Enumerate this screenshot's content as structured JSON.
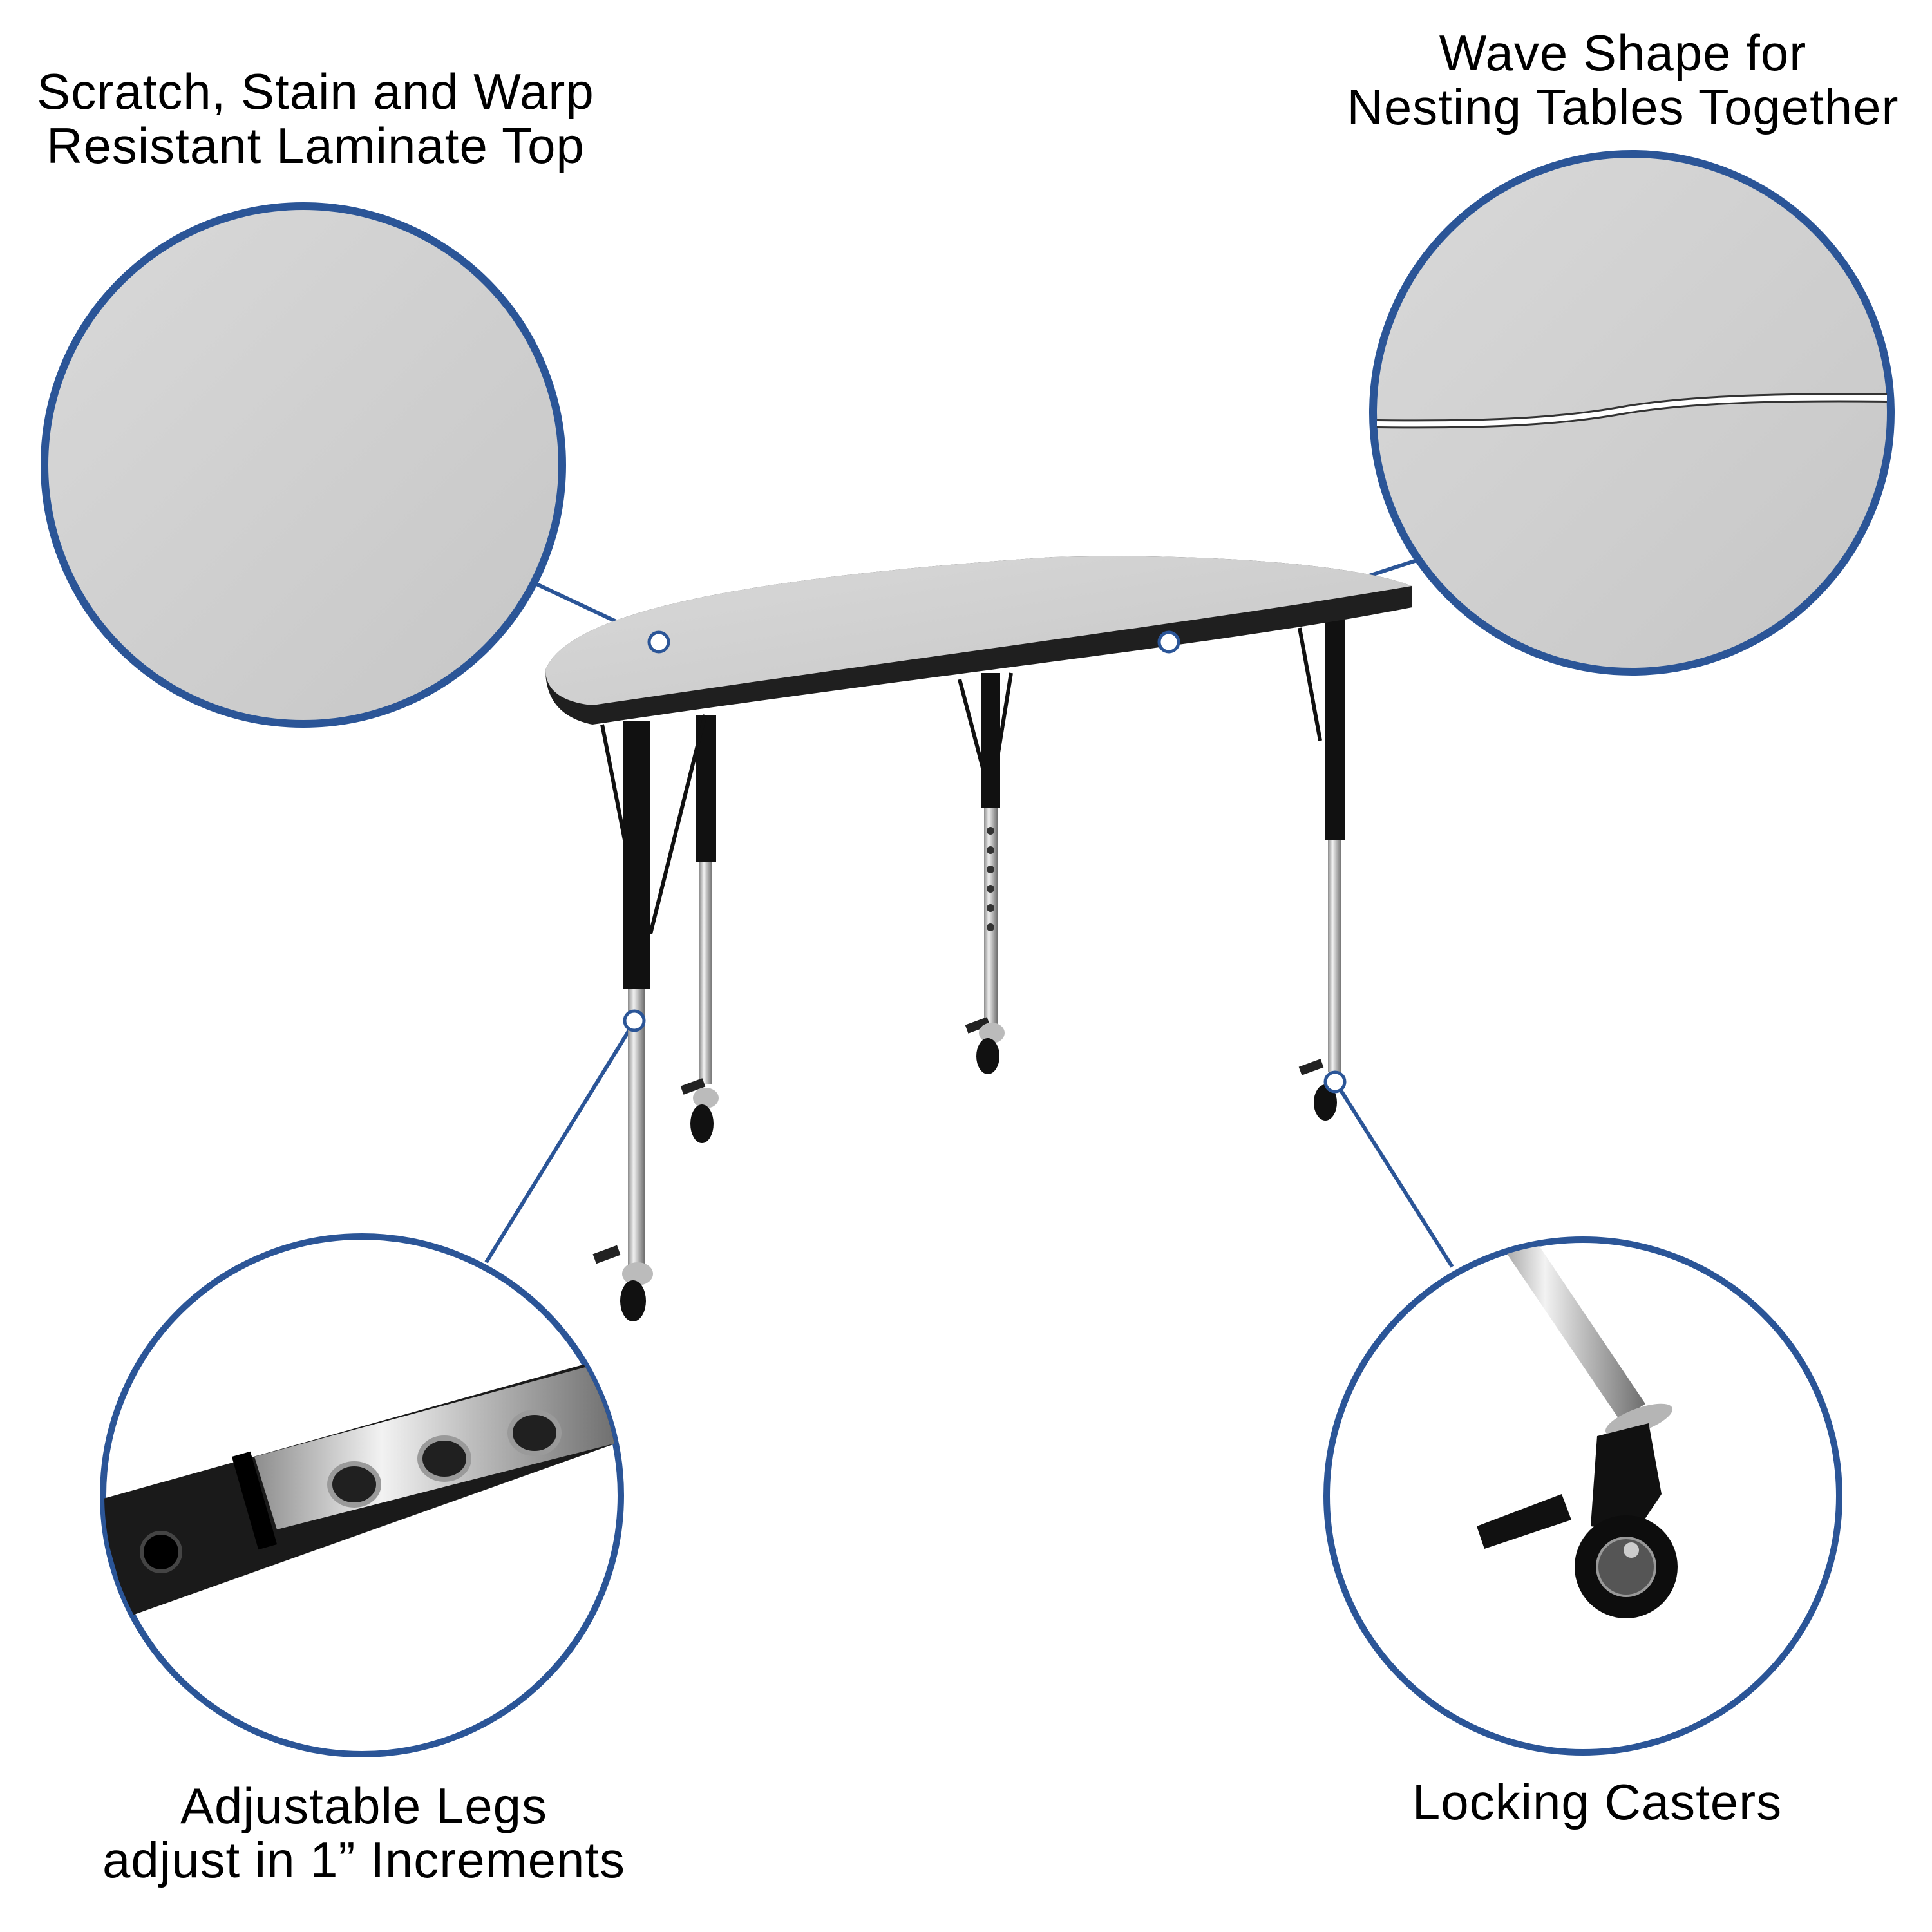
{
  "accent_color": "#2b5597",
  "callouts": {
    "laminate_top": {
      "line1": "Scratch, Stain and Warp",
      "line2": "Resistant Laminate Top"
    },
    "wave_shape": {
      "line1": "Wave Shape for",
      "line2": "Nesting Tables Together"
    },
    "adjustable_legs": {
      "line1": "Adjustable Legs",
      "line2": "adjust in 1” Increments"
    },
    "locking_casters": {
      "line1": "Locking Casters"
    }
  },
  "icons": {
    "callout_marker": "hollow-circle-dot",
    "zoom_circles": [
      "laminate-closeup",
      "wave-edge-closeup",
      "leg-holes-closeup",
      "caster-closeup"
    ]
  },
  "product": {
    "type": "half-round activity table",
    "top_color": "#cfcfcf",
    "edge_color": "#222222",
    "leg_color": "#111111",
    "chrome_color": "#c8c8c8"
  }
}
